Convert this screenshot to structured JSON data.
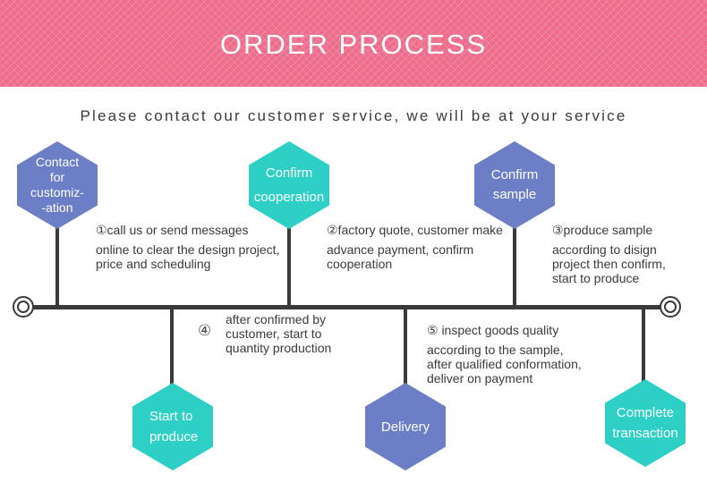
{
  "title": "ORDER PROCESS",
  "subtitle": "Please contact our customer service, we will be at your service",
  "colors": {
    "banner_pink": "#ef6d8c",
    "hex_purple": "#6b7ec6",
    "hex_teal": "#2ed0c6",
    "line_dark": "#3a3a3a"
  },
  "hexagons": {
    "contact": {
      "lines": [
        "Contact",
        "for",
        "customiz-",
        "-ation"
      ]
    },
    "cooperation": {
      "lines": [
        "Confirm",
        "cooperation"
      ]
    },
    "sample": {
      "lines": [
        "Confirm",
        "sample"
      ]
    },
    "start": {
      "lines": [
        "Start to",
        "produce"
      ]
    },
    "delivery": {
      "lines": [
        "Delivery"
      ]
    },
    "complete": {
      "lines": [
        "Complete",
        "transaction"
      ]
    }
  },
  "steps": {
    "s1": {
      "lines": [
        "①call us or send messages",
        "online to clear the design project,",
        "price and scheduling"
      ]
    },
    "s2": {
      "lines": [
        "②factory quote, customer make",
        "advance payment, confirm",
        "cooperation"
      ]
    },
    "s3": {
      "lines": [
        "③produce sample",
        "according to disign",
        "project then confirm,",
        "start to produce"
      ]
    },
    "s4": {
      "num": "④",
      "lines": [
        "after confirmed by",
        "customer, start to",
        "quantity production"
      ]
    },
    "s5": {
      "lines": [
        "⑤  inspect goods quality",
        "according to the sample,",
        "after qualified conformation,",
        "deliver on payment"
      ]
    }
  }
}
